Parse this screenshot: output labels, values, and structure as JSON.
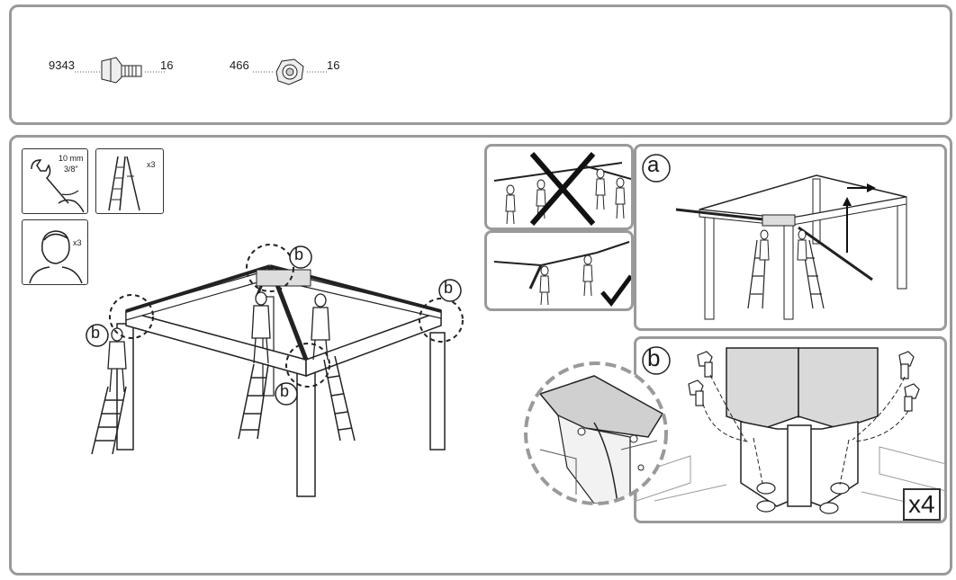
{
  "parts": [
    {
      "code": "9343",
      "qty": "16",
      "icon": "bolt-icon"
    },
    {
      "code": "466",
      "qty": "16",
      "icon": "nut-icon"
    }
  ],
  "tools": {
    "wrench_size_mm": "10 mm",
    "wrench_size_in": "3/8\"",
    "ladder_qty": "x3",
    "person_qty": "x3"
  },
  "callouts": {
    "b": "b",
    "a": "a"
  },
  "detail_b_multiplier": "x4",
  "colors": {
    "border": "#9a9a9a",
    "line": "#1a1a1a",
    "panel_fill": "#d9d9d9"
  }
}
